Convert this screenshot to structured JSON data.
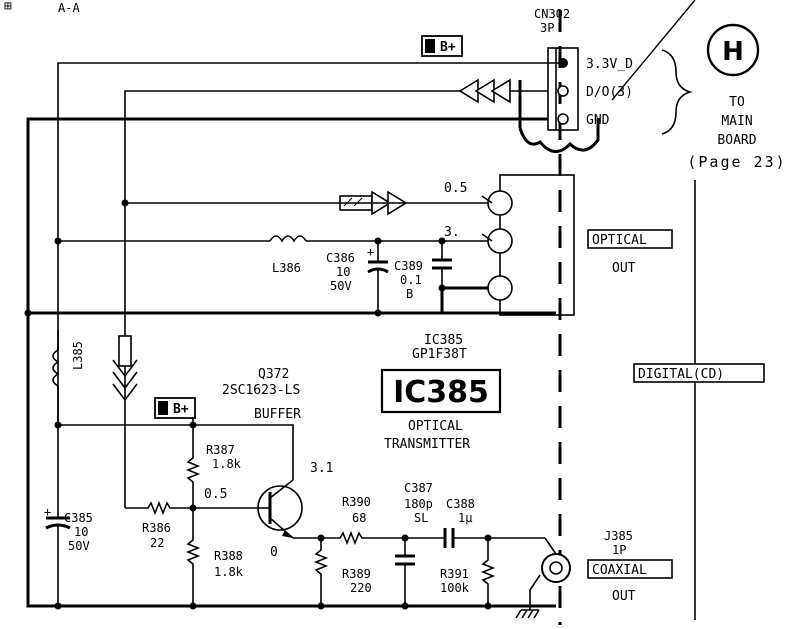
{
  "header": {
    "section": "A-A"
  },
  "connector": {
    "ref": "CN302",
    "pins": "3P",
    "pin1": "3.3V_D",
    "pin2": "D/O(3)",
    "pin3": "GND"
  },
  "destination": {
    "badge": "H",
    "line1": "TO",
    "line2": "MAIN",
    "line3": "BOARD",
    "page": "(Page 23)"
  },
  "supply": {
    "label": "B+"
  },
  "ic385": {
    "voltage1": "0.5",
    "voltage2": "3.",
    "ref": "IC385",
    "part": "GP1F38T",
    "big_label": "IC385",
    "func1": "OPTICAL",
    "func2": "TRANSMITTER"
  },
  "optical_out": {
    "label": "OPTICAL",
    "sub": "OUT"
  },
  "digital_label": "DIGITAL(CD)",
  "components": {
    "l386": "L386",
    "c386": {
      "ref": "C386",
      "value": "10",
      "voltage": "50V"
    },
    "c389": {
      "ref": "C389",
      "value": "0.1",
      "type": "B"
    },
    "l385": "L385",
    "c385": {
      "ref": "C385",
      "value": "10",
      "voltage": "50V"
    },
    "q372": {
      "ref": "Q372",
      "part": "2SC1623-LS",
      "func": "BUFFER"
    },
    "r387": {
      "ref": "R387",
      "value": "1.8k"
    },
    "r386": {
      "ref": "R386",
      "value": "22"
    },
    "r388": {
      "ref": "R388",
      "value": "1.8k"
    },
    "r390": {
      "ref": "R390",
      "value": "68"
    },
    "r389": {
      "ref": "R389",
      "value": "220"
    },
    "c387": {
      "ref": "C387",
      "value": "180p",
      "type": "SL"
    },
    "c388": {
      "ref": "C388",
      "value": "1μ"
    },
    "r391": {
      "ref": "R391",
      "value": "100k"
    },
    "j385": {
      "ref": "J385",
      "type": "1P"
    }
  },
  "q372_voltages": {
    "collector": "3.1",
    "base": "0.5",
    "emitter": "0"
  },
  "coaxial_out": {
    "label": "COAXIAL",
    "sub": "OUT"
  }
}
